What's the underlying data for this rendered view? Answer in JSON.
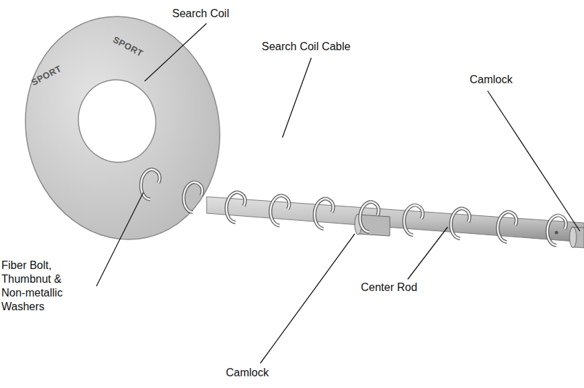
{
  "diagram": {
    "labels": [
      "Search Coil",
      "Search Coil Cable",
      "Camlock",
      "Fiber Bolt, Thumbnut & Non-metallic Washers",
      "Center Rod",
      "Camlock",
      "SPORT",
      "SPORT"
    ]
  }
}
